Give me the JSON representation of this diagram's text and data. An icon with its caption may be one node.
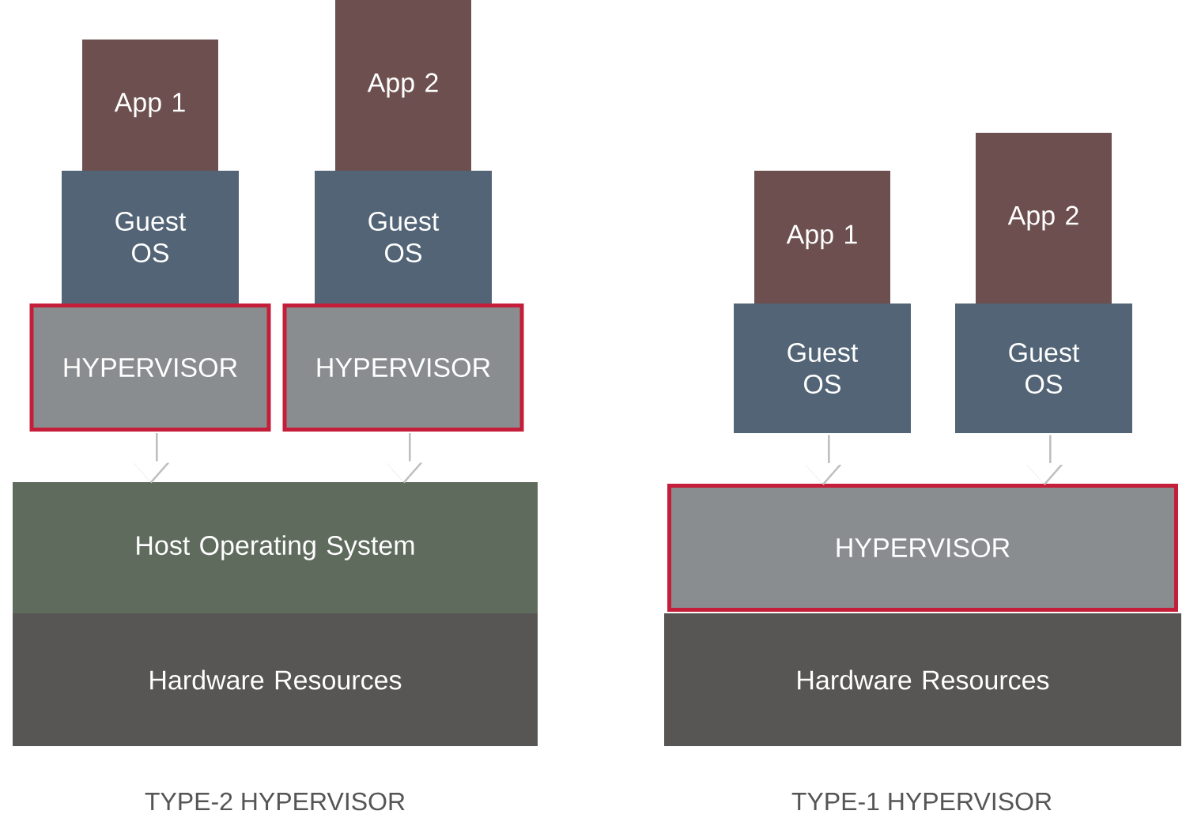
{
  "diagram": {
    "nodes": [
      {
        "text": [
          "App 1"
        ]
      },
      {
        "text": [
          "App 2"
        ]
      },
      {
        "text": [
          "Guest OS"
        ]
      },
      {
        "text": [
          "Guest OS"
        ]
      },
      {
        "text": [
          "HYPERVISOR"
        ]
      },
      {
        "text": [
          "HYPERVISOR"
        ]
      },
      {
        "text": [
          "Host Operating System"
        ]
      },
      {
        "text": [
          "Hardware Resources"
        ]
      },
      {
        "text": [
          "App 1"
        ]
      },
      {
        "text": [
          "App 2"
        ]
      },
      {
        "text": [
          "Guest OS"
        ]
      },
      {
        "text": [
          "Guest OS"
        ]
      },
      {
        "text": [
          "HYPERVISOR"
        ]
      },
      {
        "text": [
          "Hardware Resources"
        ]
      }
    ],
    "edges": [
      {
        "from": 4,
        "to": 6,
        "arrow": "to"
      },
      {
        "from": 5,
        "to": 6,
        "arrow": "to"
      },
      {
        "from": 10,
        "to": 12,
        "arrow": "to"
      },
      {
        "from": 11,
        "to": 12,
        "arrow": "to"
      }
    ],
    "labels": [
      "TYPE-2 HYPERVISOR",
      "TYPE-1 HYPERVISOR"
    ]
  }
}
